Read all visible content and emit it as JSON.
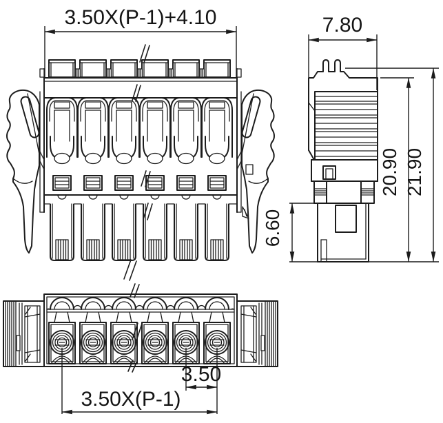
{
  "drawing": {
    "background": "#ffffff",
    "line_color": "#1c1c1c",
    "pole_count": 6,
    "views": {
      "front": {
        "label": "front-view"
      },
      "side": {
        "label": "side-view"
      },
      "bottom": {
        "label": "bottom-view"
      }
    },
    "dims": {
      "front_total_width": "3.50X(P-1)+4.10",
      "side_width": "7.80",
      "height_shoulder": "20.90",
      "height_total": "21.90",
      "plug_height": "6.60",
      "pitch": "3.50",
      "pitch_span": "3.50X(P-1)"
    }
  }
}
